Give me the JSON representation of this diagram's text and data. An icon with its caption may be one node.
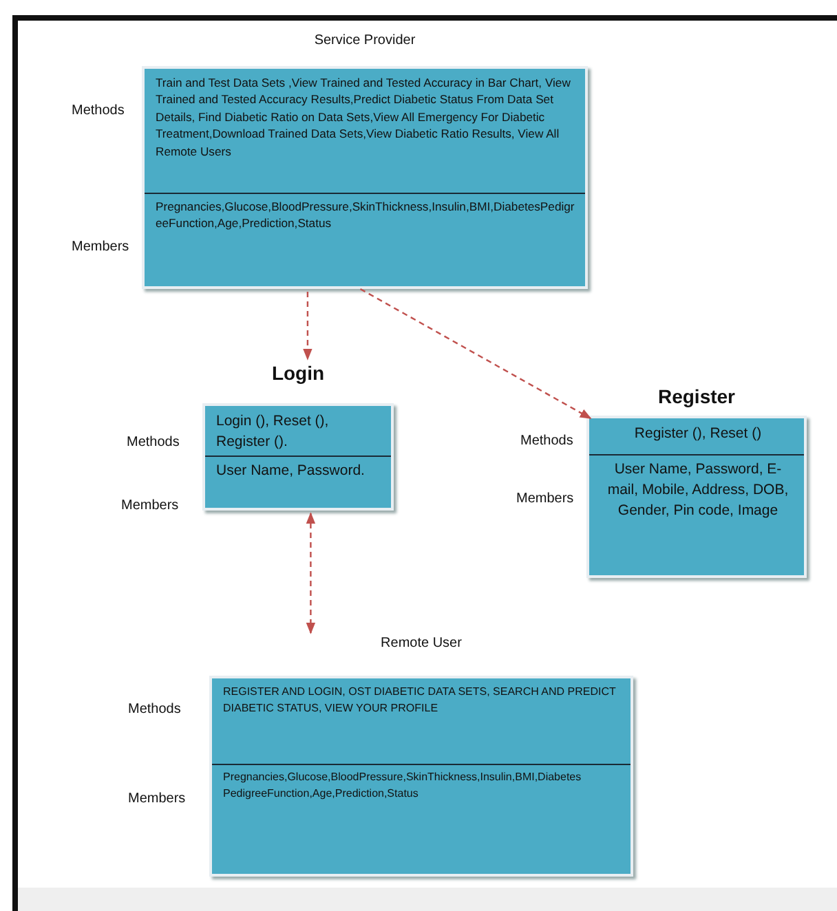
{
  "diagram": {
    "nodes": [
      {
        "text": [
          "Service Provider",
          "Train and Test Data Sets ,View  Trained and Tested Accuracy in Bar Chart, View Trained and Tested Accuracy Results,Predict Diabetic Status From Data Set Details, Find Diabetic Ratio on Data Sets,View All Emergency For Diabetic Treatment,Download Trained Data Sets,View Diabetic Ratio Results, View All Remote Users",
          "Pregnancies,Glucose,BloodPressure,SkinThickness,Insulin,BMI,DiabetesPedigreeFunction,Age,Prediction,Status"
        ],
        "beside": [
          "Methods",
          "Members"
        ]
      },
      {
        "text": [
          "Login",
          "Login (), Reset (), Register ().",
          "User Name, Password."
        ],
        "beside": [
          "Methods",
          "Members"
        ]
      },
      {
        "text": [
          "Register",
          "Register (), Reset ()",
          "User Name, Password, E-mail, Mobile, Address, DOB, Gender, Pin code, Image"
        ],
        "beside": [
          "Methods",
          "Members"
        ]
      },
      {
        "text": [
          "Remote User",
          "REGISTER AND LOGIN, OST DIABETIC DATA SETS, SEARCH AND PREDICT DIABETIC STATUS, VIEW YOUR PROFILE",
          "Pregnancies,Glucose,BloodPressure,SkinThickness,Insulin,BMI,Diabetes PedigreeFunction,Age,Prediction,Status"
        ],
        "beside": [
          "Methods",
          "Members"
        ]
      }
    ],
    "edges": [
      {
        "from": 0,
        "to": 1,
        "arrow": "to",
        "style": "dashed"
      },
      {
        "from": 0,
        "to": 2,
        "arrow": "to",
        "style": "dashed"
      },
      {
        "from": 1,
        "to": 3,
        "arrow": "both",
        "style": "dashed"
      }
    ]
  }
}
